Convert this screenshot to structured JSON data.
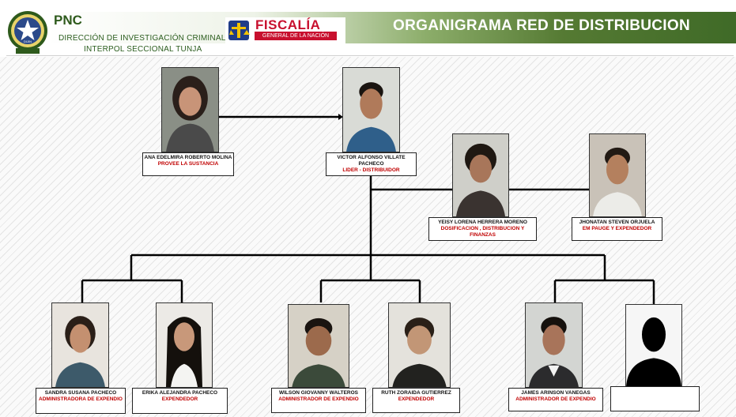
{
  "header": {
    "pnc": "PNC",
    "badge_text": "DIJIN",
    "direction_line1": "DIRECCIÓN DE INVESTIGACIÓN CRIMINAL E",
    "direction_line2": "INTERPOL SECCIONAL TUNJA",
    "fiscalia_title": "FISCALÍA",
    "fiscalia_subtitle": "GENERAL DE LA NACIÓN",
    "title": "ORGANIGRAMA RED DE DISTRIBUCION"
  },
  "colors": {
    "green_dark": "#3f6a27",
    "red_role": "#c00000",
    "fiscalia_red": "#c8102e",
    "fiscalia_blue": "#1f3c88",
    "fiscalia_gold": "#f2c200"
  },
  "people": [
    {
      "name": "ANA EDELMIRA ROBERTO MOLINA",
      "role": "PROVEE LA SUSTANCIA"
    },
    {
      "name": "VICTOR ALFONSO VILLATE PACHECO",
      "role": "LIDER - DISTRIBUIDOR"
    },
    {
      "name": "YEISY LORENA HERRERA MORENO",
      "role": "DOSIFICACION , DISTRIBUCION Y FINANZAS"
    },
    {
      "name": "JHONATAN STEVEN ORJUELA",
      "role": "EM PAUGE Y EXPENDEDOR"
    },
    {
      "name": "SANDRA SUSANA PACHECO",
      "role": "ADMINISTRADORA DE EXPENDIO"
    },
    {
      "name": "ERIKA ALEJANDRA PACHECO",
      "role": "EXPENDEDOR"
    },
    {
      "name": "WILSON GIOVANNY WALTEROS",
      "role": "ADMINISTRADOR DE EXPENDIO"
    },
    {
      "name": "RUTH ZORAIDA GUTIERREZ",
      "role": "EXPENDEDOR"
    },
    {
      "name": "JAMES ARINSON VANEGAS",
      "role": "ADMINISTRADOR DE EXPENDIO"
    },
    {
      "name": "",
      "role": ""
    }
  ]
}
